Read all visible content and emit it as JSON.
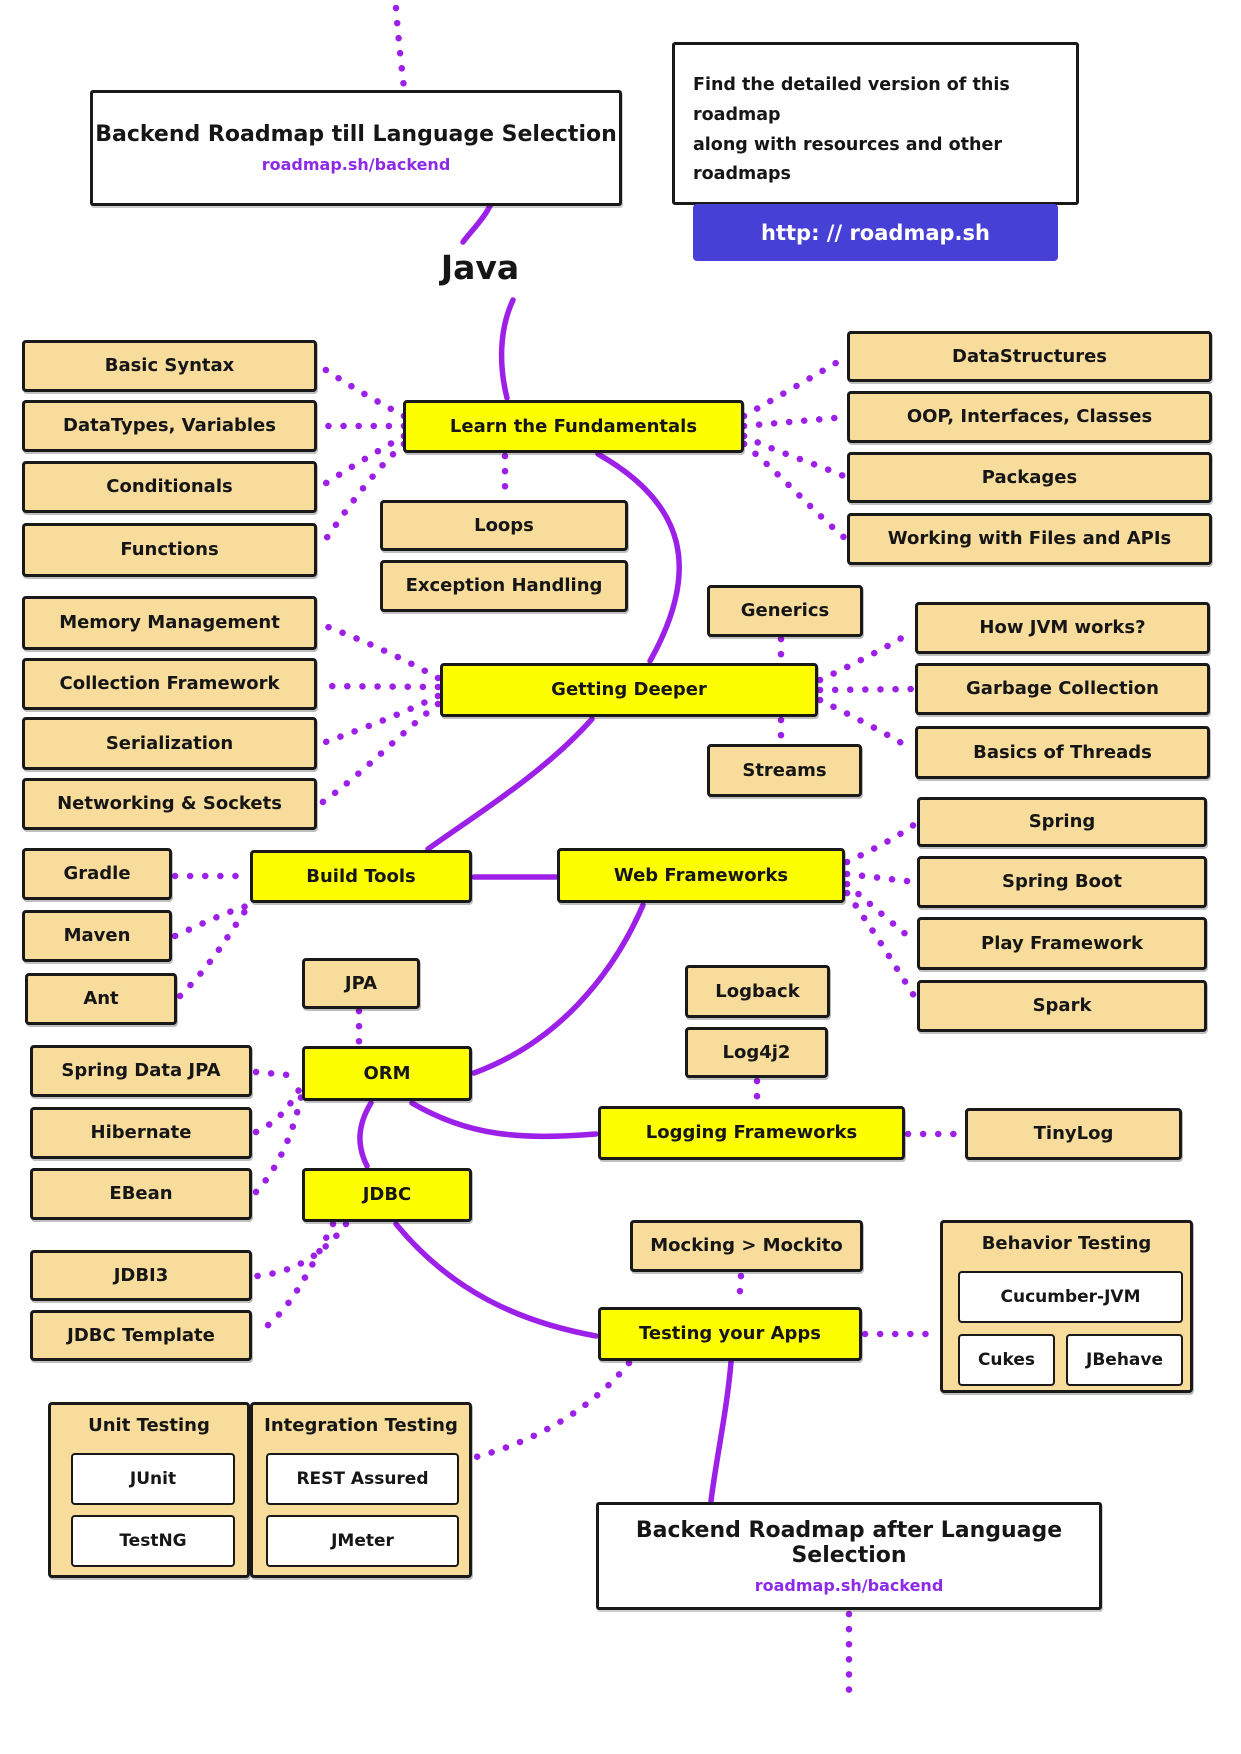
{
  "header": {
    "title": "Backend Roadmap till Language Selection",
    "link": "roadmap.sh/backend"
  },
  "info": {
    "line1": "Find the detailed version of this roadmap",
    "line2": "along with resources and other roadmaps",
    "button": "http: // roadmap.sh"
  },
  "language": "Java",
  "topics": {
    "learn_fundamentals": "Learn the Fundamentals",
    "getting_deeper": "Getting Deeper",
    "build_tools": "Build Tools",
    "web_frameworks": "Web Frameworks",
    "orm": "ORM",
    "jdbc": "JDBC",
    "logging_frameworks": "Logging Frameworks",
    "testing_apps": "Testing your Apps"
  },
  "subtopics": {
    "basic_syntax": "Basic Syntax",
    "datatypes_variables": "DataTypes, Variables",
    "conditionals": "Conditionals",
    "functions": "Functions",
    "loops": "Loops",
    "exception_handling": "Exception Handling",
    "datastructures": "DataStructures",
    "oop_interfaces_classes": "OOP, Interfaces, Classes",
    "packages": "Packages",
    "working_files_apis": "Working with Files and APIs",
    "memory_management": "Memory Management",
    "collection_framework": "Collection Framework",
    "serialization": "Serialization",
    "networking_sockets": "Networking & Sockets",
    "generics": "Generics",
    "streams": "Streams",
    "how_jvm_works": "How JVM works?",
    "garbage_collection": "Garbage Collection",
    "basics_of_threads": "Basics of Threads",
    "gradle": "Gradle",
    "maven": "Maven",
    "ant": "Ant",
    "spring": "Spring",
    "spring_boot": "Spring Boot",
    "play_framework": "Play Framework",
    "spark": "Spark",
    "jpa": "JPA",
    "logback": "Logback",
    "log4j2": "Log4j2",
    "tinylog": "TinyLog",
    "spring_data_jpa": "Spring Data JPA",
    "hibernate": "Hibernate",
    "ebean": "EBean",
    "jdbi3": "JDBI3",
    "jdbc_template": "JDBC Template",
    "mocking_mockito": "Mocking > Mockito"
  },
  "groups": {
    "behavior_testing": {
      "title": "Behavior Testing",
      "items": [
        "Cucumber-JVM",
        "Cukes",
        "JBehave"
      ]
    },
    "unit_testing": {
      "title": "Unit Testing",
      "items": [
        "JUnit",
        "TestNG"
      ]
    },
    "integration_testing": {
      "title": "Integration Testing",
      "items": [
        "REST Assured",
        "JMeter"
      ]
    }
  },
  "footer": {
    "title": "Backend Roadmap after Language Selection",
    "link": "roadmap.sh/backend"
  },
  "colors": {
    "topic_fill": "#FDFF00",
    "subtopic_fill": "#F8DC9B",
    "connector": "#9C20E8",
    "link_text": "#8D2AE8",
    "button_fill": "#4740D6",
    "border": "#191919"
  }
}
